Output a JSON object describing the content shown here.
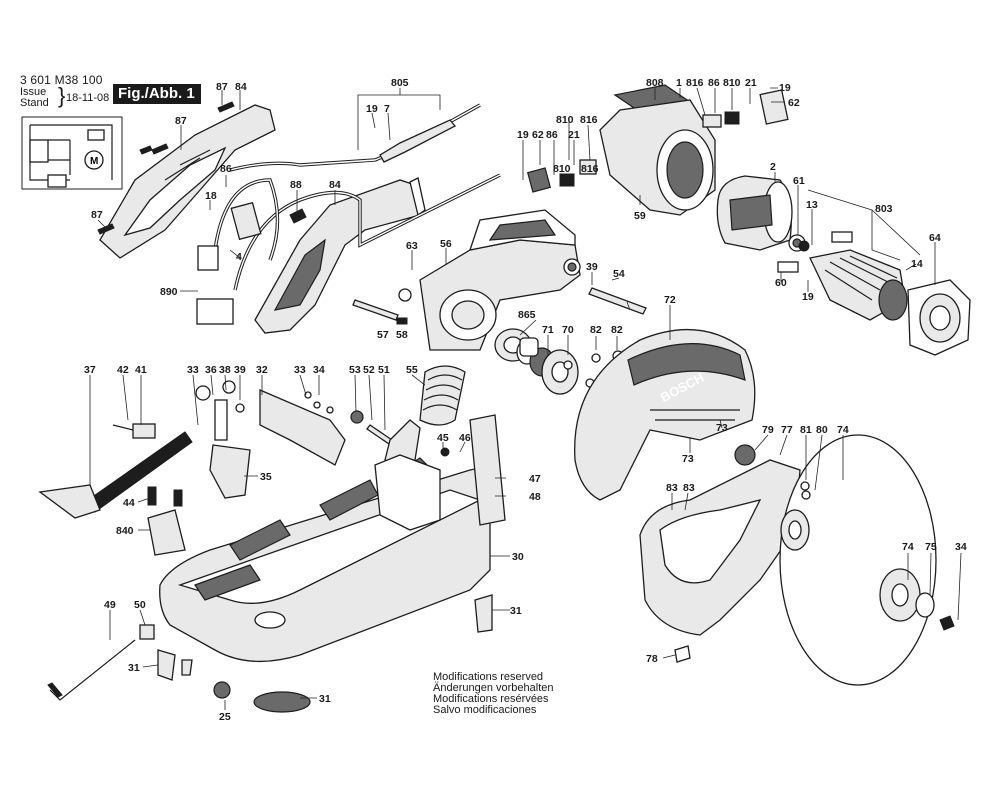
{
  "header": {
    "part_number": "3 601 M38 100",
    "issue_label": "Issue",
    "stand_label": "Stand",
    "date": "18-11-08",
    "figure_label": "Fig./Abb. 1"
  },
  "brand": "BOSCH",
  "footer_notes": [
    "Modifications reserved",
    "Änderungen vorbehalten",
    "Modifications resérvées",
    "Salvo modificaciones"
  ],
  "callouts": [
    "87",
    "84",
    "87",
    "86",
    "18",
    "88",
    "84",
    "87",
    "4",
    "890",
    "805",
    "19",
    "7",
    "19",
    "62",
    "86",
    "810",
    "21",
    "816",
    "810",
    "816",
    "59",
    "808",
    "1",
    "816",
    "86",
    "810",
    "21",
    "19",
    "62",
    "2",
    "61",
    "13",
    "803",
    "60",
    "19",
    "64",
    "14",
    "63",
    "56",
    "39",
    "54",
    "57",
    "58",
    "865",
    "71",
    "70",
    "82",
    "82",
    "72",
    "37",
    "42",
    "41",
    "33",
    "36",
    "38",
    "39",
    "32",
    "33",
    "34",
    "53",
    "52",
    "51",
    "55",
    "35",
    "45",
    "46",
    "47",
    "48",
    "73",
    "73",
    "79",
    "77",
    "81",
    "80",
    "74",
    "44",
    "840",
    "83",
    "83",
    "30",
    "49",
    "50",
    "31",
    "31",
    "31",
    "25",
    "74",
    "75",
    "34",
    "78"
  ]
}
